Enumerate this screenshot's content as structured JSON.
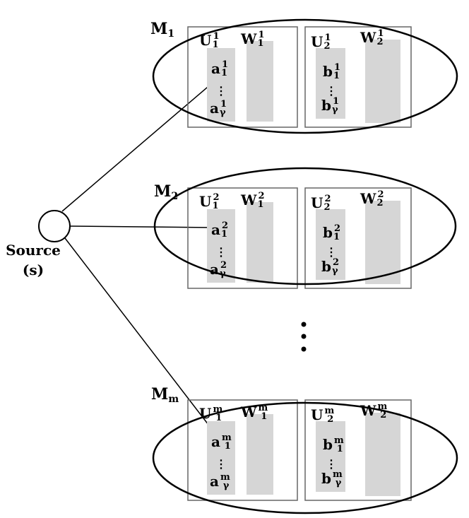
{
  "source": {
    "label": "Source",
    "sub": "(s)"
  },
  "ellipsis": "⋮",
  "machines": [
    {
      "name": "M",
      "sub": "1",
      "u1": {
        "l": "U",
        "sub": "1",
        "sup": "1"
      },
      "w1": {
        "l": "W",
        "sub": "1",
        "sup": "1"
      },
      "u2": {
        "l": "U",
        "sub": "2",
        "sup": "1"
      },
      "w2": {
        "l": "W",
        "sub": "2",
        "sup": "1"
      },
      "a_top": {
        "l": "a",
        "sup": "1",
        "sub": "1"
      },
      "a_bot": {
        "l": "a",
        "sup": "1",
        "sub": "γ"
      },
      "b_top": {
        "l": "b",
        "sup": "1",
        "sub": "1"
      },
      "b_bot": {
        "l": "b",
        "sup": "1",
        "sub": "γ"
      }
    },
    {
      "name": "M",
      "sub": "2",
      "u1": {
        "l": "U",
        "sub": "1",
        "sup": "2"
      },
      "w1": {
        "l": "W",
        "sub": "1",
        "sup": "2"
      },
      "u2": {
        "l": "U",
        "sub": "2",
        "sup": "2"
      },
      "w2": {
        "l": "W",
        "sub": "2",
        "sup": "2"
      },
      "a_top": {
        "l": "a",
        "sup": "2",
        "sub": "1"
      },
      "a_bot": {
        "l": "a",
        "sup": "2",
        "sub": "γ"
      },
      "b_top": {
        "l": "b",
        "sup": "2",
        "sub": "1"
      },
      "b_bot": {
        "l": "b",
        "sup": "2",
        "sub": "γ"
      }
    },
    {
      "name": "M",
      "sub": "m",
      "u1": {
        "l": "U",
        "sub": "1",
        "sup": "m"
      },
      "w1": {
        "l": "W",
        "sub": "1",
        "sup": "m"
      },
      "u2": {
        "l": "U",
        "sub": "2",
        "sup": "m"
      },
      "w2": {
        "l": "W",
        "sub": "2",
        "sup": "m"
      },
      "a_top": {
        "l": "a",
        "sup": "m",
        "sub": "1"
      },
      "a_bot": {
        "l": "a",
        "sup": "m",
        "sub": "γ"
      },
      "b_top": {
        "l": "b",
        "sup": "m",
        "sub": "1"
      },
      "b_bot": {
        "l": "b",
        "sup": "m",
        "sub": "γ"
      }
    }
  ]
}
